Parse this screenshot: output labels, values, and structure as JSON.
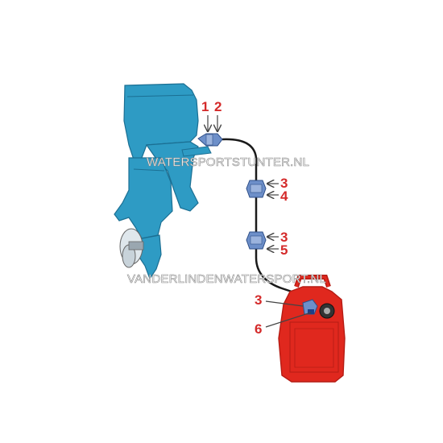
{
  "colors": {
    "engine": "#2e9bc4",
    "engine_dark": "#1b6f93",
    "tank": "#e0281e",
    "tank_dark": "#b51c14",
    "connector": "#6d8fc9",
    "hose": "#1a1a1a",
    "label": "#d42a2a"
  },
  "labels": {
    "n1": "1",
    "n2": "2",
    "n3a": "3",
    "n4": "4",
    "n3b": "3",
    "n5": "5",
    "n3c": "3",
    "n6": "6"
  },
  "watermarks": {
    "top": "WATERSPORTSTUNTER.NL",
    "bottom": "VANDERLINDENWATERSPORT.NL"
  }
}
